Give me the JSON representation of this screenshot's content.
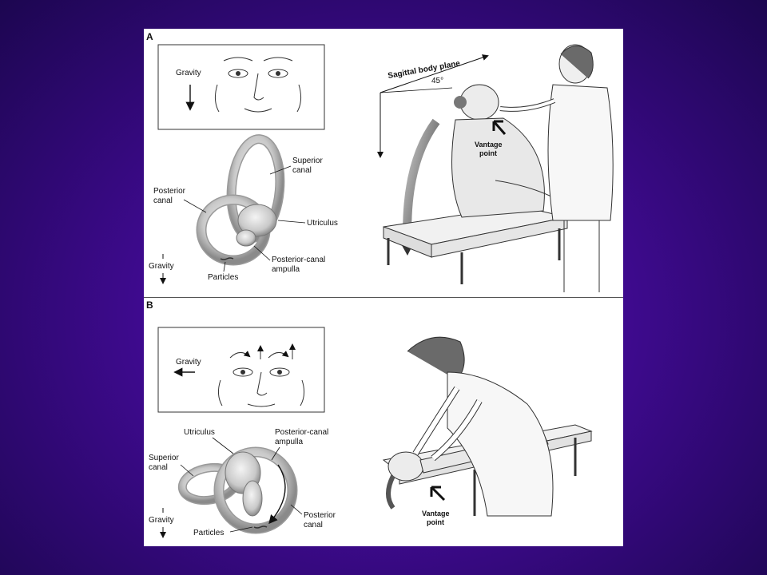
{
  "panel_a": {
    "letter": "A",
    "inset_gravity": "Gravity",
    "labels": {
      "superior_canal_line1": "Superior",
      "superior_canal_line2": "canal",
      "posterior_canal_line1": "Posterior",
      "posterior_canal_line2": "canal",
      "utriculus": "Utriculus",
      "ampulla_line1": "Posterior-canal",
      "ampulla_line2": "ampulla",
      "particles": "Particles",
      "gravity": "Gravity"
    },
    "sagittal_plane": "Sagittal body plane",
    "angle": "45°",
    "vantage_line1": "Vantage",
    "vantage_line2": "point"
  },
  "panel_b": {
    "letter": "B",
    "inset_gravity": "Gravity",
    "labels": {
      "utriculus": "Utriculus",
      "ampulla_line1": "Posterior-canal",
      "ampulla_line2": "ampulla",
      "superior_canal_line1": "Superior",
      "superior_canal_line2": "canal",
      "posterior_canal_line1": "Posterior",
      "posterior_canal_line2": "canal",
      "particles": "Particles",
      "gravity": "Gravity"
    },
    "vantage_line1": "Vantage",
    "vantage_line2": "point"
  },
  "colors": {
    "background": "#3e0a8e",
    "figure": "#ffffff",
    "ink": "#111111"
  }
}
